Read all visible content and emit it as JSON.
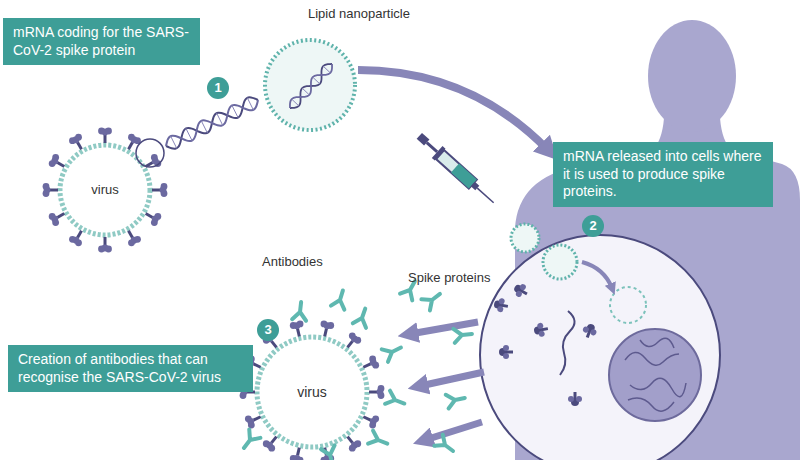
{
  "diagram": {
    "nodes": [
      {
        "text": [
          "mRNA coding for the SARS-CoV-2 spike protein"
        ]
      },
      {
        "text": [
          "mRNA released into cells where it is used to produce spike proteins."
        ]
      },
      {
        "text": [
          "Creation of antibodies that can recognise the SARS-CoV-2 virus"
        ]
      }
    ],
    "labels": [
      "Lipid nanoparticle",
      "1",
      "virus",
      "2",
      "Spike proteins",
      "Antibodies",
      "3",
      "virus"
    ]
  }
}
